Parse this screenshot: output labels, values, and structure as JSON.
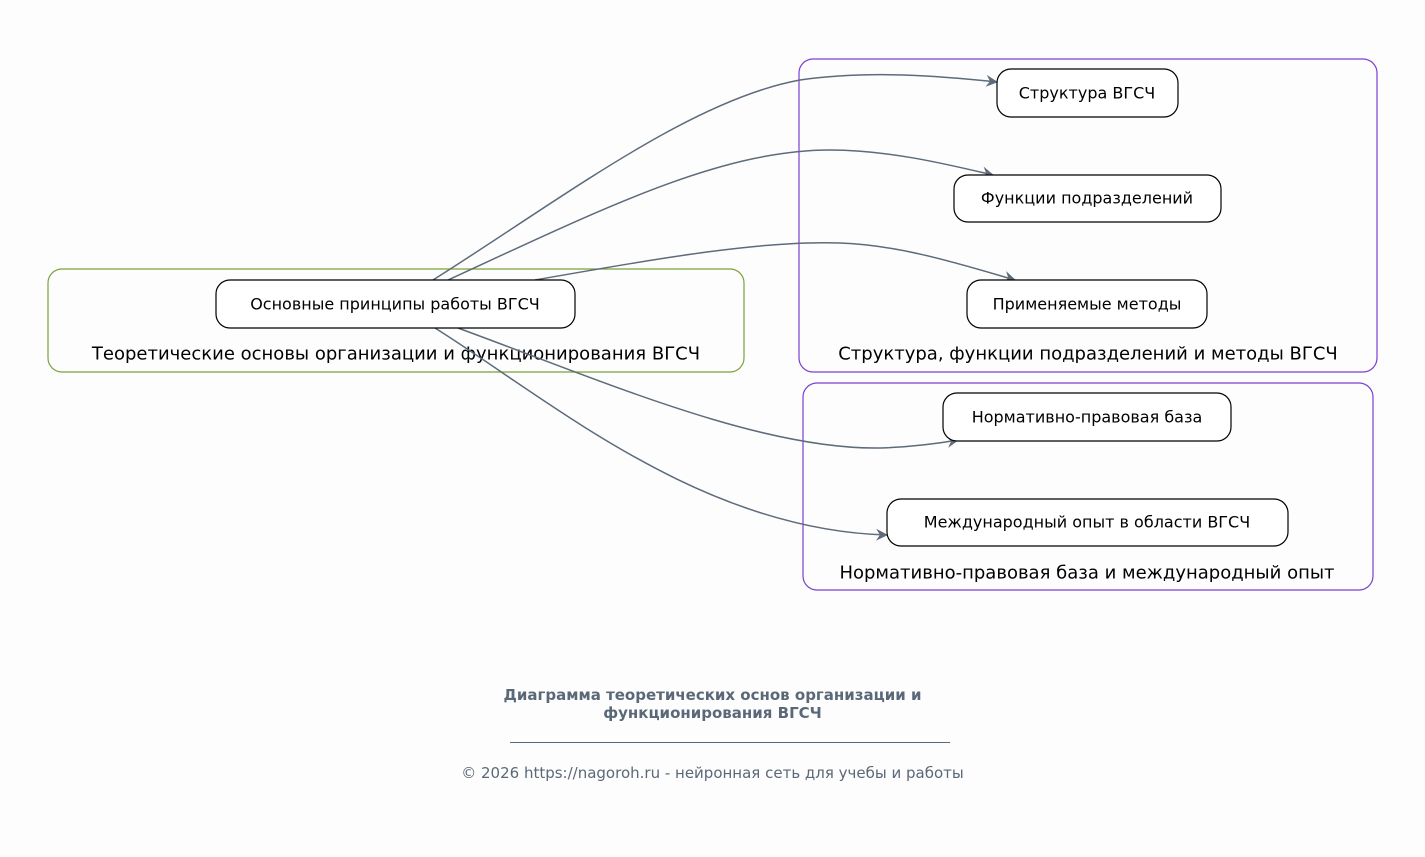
{
  "clusters": [
    {
      "label": "Теоретические основы организации и функционирования ВГСЧ",
      "color": "#7aa33a"
    },
    {
      "label": "Структура, функции подразделений и методы ВГСЧ",
      "color": "#7b3fd0"
    },
    {
      "label": "Нормативно-правовая база и международный опыт",
      "color": "#7b3fd0"
    }
  ],
  "nodes": {
    "main": "Основные принципы работы ВГСЧ",
    "structure": "Структура ВГСЧ",
    "functions": "Функции подразделений",
    "methods": "Применяемые методы",
    "legal": "Нормативно-правовая база",
    "international": "Международный опыт в области ВГСЧ"
  },
  "edges": [
    {
      "from": "main",
      "to": "structure"
    },
    {
      "from": "main",
      "to": "functions"
    },
    {
      "from": "main",
      "to": "methods"
    },
    {
      "from": "main",
      "to": "legal"
    },
    {
      "from": "main",
      "to": "international"
    }
  ],
  "caption": {
    "title_line1": "Диаграмма теоретических основ организации и",
    "title_line2": "функционирования ВГСЧ",
    "footer": "© 2026 https://nagoroh.ru - нейронная сеть для учебы и работы"
  },
  "colors": {
    "edge": "#5d6b7a",
    "caption": "#5a6878"
  }
}
